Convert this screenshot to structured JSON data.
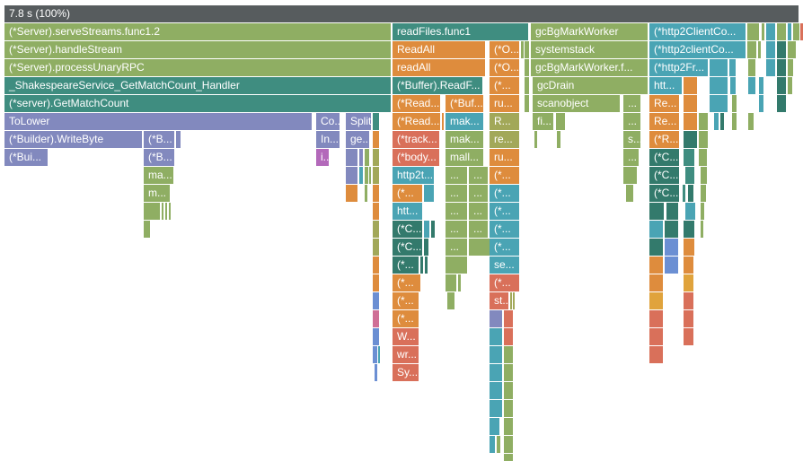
{
  "app": {
    "root_label": "7.8 s (100%)"
  },
  "palette": {
    "gray": "#575C5E",
    "green": "#8FAE63",
    "teal": "#3F8D80",
    "tealdark": "#337A6C",
    "cyan": "#4AA4B4",
    "orange": "#DE8C3D",
    "golden": "#E0A33C",
    "olive": "#A2A859",
    "salmon": "#D9705A",
    "purple": "#8289BE",
    "blue": "#6B8FD3",
    "pink": "#CF6F96",
    "magenta": "#B369BA"
  },
  "layout_note": "frames: [row, x, width, label, colorKey]",
  "frames": [
    [
      1,
      5,
      884,
      "7.8 s (100%)",
      "gray"
    ],
    [
      2,
      5,
      430,
      "(*Server).serveStreams.func1.2",
      "green"
    ],
    [
      2,
      437,
      151,
      "readFiles.func1",
      "teal"
    ],
    [
      2,
      591,
      130,
      "gcBgMarkWorker",
      "green"
    ],
    [
      2,
      723,
      107,
      "(*http2ClientCo...",
      "cyan"
    ],
    [
      2,
      832,
      13,
      "",
      "green"
    ],
    [
      2,
      848,
      3,
      "",
      "green"
    ],
    [
      2,
      853,
      10,
      "",
      "cyan"
    ],
    [
      2,
      865,
      10,
      "",
      "green"
    ],
    [
      2,
      877,
      4,
      "",
      "cyan"
    ],
    [
      2,
      883,
      7,
      "",
      "green"
    ],
    [
      2,
      891,
      3,
      "",
      "salmon"
    ],
    [
      3,
      5,
      430,
      "(*Server).handleStream",
      "green"
    ],
    [
      3,
      437,
      103,
      "ReadAll",
      "orange"
    ],
    [
      3,
      545,
      33,
      "(*O...",
      "orange"
    ],
    [
      3,
      580,
      3,
      "",
      "green"
    ],
    [
      3,
      584,
      5,
      "",
      "green"
    ],
    [
      3,
      591,
      130,
      "systemstack",
      "green"
    ],
    [
      3,
      723,
      107,
      "(*http2clientCo...",
      "cyan"
    ],
    [
      3,
      832,
      10,
      "",
      "green"
    ],
    [
      3,
      844,
      3,
      "",
      "green"
    ],
    [
      3,
      853,
      10,
      "",
      "cyan"
    ],
    [
      3,
      865,
      10,
      "",
      "tealdark"
    ],
    [
      3,
      877,
      9,
      "",
      "green"
    ],
    [
      4,
      5,
      430,
      "(*Server).processUnaryRPC",
      "green"
    ],
    [
      4,
      437,
      103,
      "readAll",
      "orange"
    ],
    [
      4,
      545,
      33,
      "(*O...",
      "orange"
    ],
    [
      4,
      584,
      5,
      "",
      "green"
    ],
    [
      4,
      591,
      130,
      "gcBgMarkWorker.f...",
      "green"
    ],
    [
      4,
      723,
      65,
      "(*http2Fr...",
      "cyan"
    ],
    [
      4,
      790,
      20,
      "",
      "cyan"
    ],
    [
      4,
      812,
      7,
      "",
      "cyan"
    ],
    [
      4,
      833,
      8,
      "",
      "green"
    ],
    [
      4,
      853,
      10,
      "",
      "cyan"
    ],
    [
      4,
      865,
      10,
      "",
      "tealdark"
    ],
    [
      4,
      877,
      6,
      "",
      "green"
    ],
    [
      5,
      5,
      430,
      "_ShakespeareService_GetMatchCount_Handler",
      "teal"
    ],
    [
      5,
      437,
      100,
      "(*Buffer).ReadF...",
      "teal"
    ],
    [
      5,
      545,
      33,
      "(*...",
      "orange"
    ],
    [
      5,
      584,
      5,
      "",
      "green"
    ],
    [
      5,
      593,
      128,
      "gcDrain",
      "green"
    ],
    [
      5,
      723,
      36,
      "htt...",
      "cyan"
    ],
    [
      5,
      761,
      15,
      "",
      "orange"
    ],
    [
      5,
      790,
      20,
      "",
      "cyan"
    ],
    [
      5,
      813,
      6,
      "",
      "cyan"
    ],
    [
      5,
      833,
      8,
      "",
      "cyan"
    ],
    [
      5,
      845,
      5,
      "",
      "cyan"
    ],
    [
      5,
      865,
      10,
      "",
      "tealdark"
    ],
    [
      5,
      877,
      5,
      "",
      "green"
    ],
    [
      6,
      5,
      430,
      "(*server).GetMatchCount",
      "teal"
    ],
    [
      6,
      437,
      53,
      "(*Read...",
      "orange"
    ],
    [
      6,
      496,
      42,
      "(*Buf...",
      "orange"
    ],
    [
      6,
      545,
      33,
      "ru...",
      "orange"
    ],
    [
      6,
      584,
      5,
      "",
      "green"
    ],
    [
      6,
      593,
      97,
      "scanobject",
      "green"
    ],
    [
      6,
      694,
      19,
      "...",
      "green"
    ],
    [
      6,
      723,
      33,
      "Re...",
      "orange"
    ],
    [
      6,
      761,
      15,
      "",
      "orange"
    ],
    [
      6,
      790,
      20,
      "",
      "cyan"
    ],
    [
      6,
      815,
      5,
      "",
      "green"
    ],
    [
      6,
      845,
      5,
      "",
      "cyan"
    ],
    [
      6,
      865,
      10,
      "",
      "tealdark"
    ],
    [
      7,
      5,
      342,
      "ToLower",
      "purple"
    ],
    [
      7,
      352,
      26,
      "Co...",
      "purple"
    ],
    [
      7,
      385,
      28,
      "Split",
      "purple"
    ],
    [
      7,
      415,
      7,
      "",
      "teal"
    ],
    [
      7,
      437,
      53,
      "(*Read...",
      "orange"
    ],
    [
      7,
      492,
      2,
      "",
      "orange"
    ],
    [
      7,
      496,
      42,
      "mak...",
      "cyan"
    ],
    [
      7,
      545,
      33,
      "R...",
      "olive"
    ],
    [
      7,
      593,
      23,
      "fi...",
      "green"
    ],
    [
      7,
      619,
      10,
      "",
      "green"
    ],
    [
      7,
      694,
      19,
      "...",
      "green"
    ],
    [
      7,
      723,
      33,
      "Re...",
      "orange"
    ],
    [
      7,
      761,
      15,
      "",
      "orange"
    ],
    [
      7,
      778,
      10,
      "",
      "green"
    ],
    [
      7,
      795,
      5,
      "",
      "cyan"
    ],
    [
      7,
      802,
      4,
      "",
      "tealdark"
    ],
    [
      7,
      815,
      5,
      "",
      "green"
    ],
    [
      7,
      833,
      6,
      "",
      "green"
    ],
    [
      8,
      5,
      153,
      "(*Builder).WriteByte",
      "purple"
    ],
    [
      8,
      160,
      34,
      "(*B...",
      "purple"
    ],
    [
      8,
      196,
      5,
      "",
      "purple"
    ],
    [
      8,
      352,
      26,
      "In...",
      "purple"
    ],
    [
      8,
      385,
      26,
      "ge...",
      "purple"
    ],
    [
      8,
      415,
      7,
      "",
      "orange"
    ],
    [
      8,
      437,
      52,
      "(*track...",
      "salmon"
    ],
    [
      8,
      496,
      42,
      "mak...",
      "green"
    ],
    [
      8,
      545,
      33,
      "re...",
      "olive"
    ],
    [
      8,
      595,
      3,
      "",
      "green"
    ],
    [
      8,
      620,
      4,
      "",
      "green"
    ],
    [
      8,
      694,
      19,
      "s...",
      "green"
    ],
    [
      8,
      723,
      33,
      "(*R...",
      "orange"
    ],
    [
      8,
      761,
      15,
      "",
      "tealdark"
    ],
    [
      8,
      778,
      10,
      "",
      "green"
    ],
    [
      9,
      5,
      48,
      "(*Bui...",
      "purple"
    ],
    [
      9,
      160,
      34,
      "(*B...",
      "purple"
    ],
    [
      9,
      352,
      14,
      "i...",
      "magenta"
    ],
    [
      9,
      385,
      13,
      "",
      "purple"
    ],
    [
      9,
      400,
      4,
      "",
      "purple"
    ],
    [
      9,
      406,
      5,
      "",
      "green"
    ],
    [
      9,
      415,
      7,
      "",
      "olive"
    ],
    [
      9,
      437,
      52,
      "(*body...",
      "salmon"
    ],
    [
      9,
      496,
      42,
      "mall...",
      "green"
    ],
    [
      9,
      545,
      33,
      "ru...",
      "orange"
    ],
    [
      9,
      694,
      17,
      "...",
      "green"
    ],
    [
      9,
      723,
      33,
      "(*C...",
      "tealdark"
    ],
    [
      9,
      761,
      12,
      "",
      "teal"
    ],
    [
      9,
      778,
      9,
      "",
      "green"
    ],
    [
      10,
      160,
      33,
      "ma...",
      "green"
    ],
    [
      10,
      385,
      13,
      "",
      "purple"
    ],
    [
      10,
      400,
      4,
      "",
      "cyan"
    ],
    [
      10,
      406,
      4,
      "",
      "green"
    ],
    [
      10,
      411,
      2,
      "",
      "green"
    ],
    [
      10,
      415,
      7,
      "",
      "olive"
    ],
    [
      10,
      437,
      46,
      "http2t...",
      "cyan"
    ],
    [
      10,
      496,
      24,
      "...",
      "green"
    ],
    [
      10,
      522,
      21,
      "...",
      "green"
    ],
    [
      10,
      545,
      33,
      "(*...",
      "orange"
    ],
    [
      10,
      694,
      15,
      "",
      "green"
    ],
    [
      10,
      723,
      33,
      "(*C...",
      "tealdark"
    ],
    [
      10,
      763,
      10,
      "",
      "teal"
    ],
    [
      10,
      780,
      7,
      "",
      "green"
    ],
    [
      11,
      160,
      29,
      "m...",
      "green"
    ],
    [
      11,
      385,
      13,
      "",
      "orange"
    ],
    [
      11,
      406,
      3,
      "",
      "green"
    ],
    [
      11,
      415,
      7,
      "",
      "orange"
    ],
    [
      11,
      437,
      33,
      "(*...",
      "orange"
    ],
    [
      11,
      472,
      11,
      "",
      "cyan"
    ],
    [
      11,
      496,
      24,
      "...",
      "green"
    ],
    [
      11,
      522,
      21,
      "...",
      "green"
    ],
    [
      11,
      545,
      33,
      "(*...",
      "cyan"
    ],
    [
      11,
      697,
      8,
      "",
      "green"
    ],
    [
      11,
      723,
      33,
      "(*C...",
      "tealdark"
    ],
    [
      11,
      760,
      3,
      "",
      "teal"
    ],
    [
      11,
      766,
      6,
      "",
      "tealdark"
    ],
    [
      11,
      780,
      6,
      "",
      "green"
    ],
    [
      12,
      160,
      18,
      "",
      "green"
    ],
    [
      12,
      180,
      2,
      "",
      "green"
    ],
    [
      12,
      184,
      2,
      "",
      "green"
    ],
    [
      12,
      188,
      2,
      "",
      "green"
    ],
    [
      12,
      415,
      7,
      "",
      "orange"
    ],
    [
      12,
      437,
      33,
      "htt...",
      "cyan"
    ],
    [
      12,
      496,
      24,
      "...",
      "green"
    ],
    [
      12,
      522,
      21,
      "...",
      "green"
    ],
    [
      12,
      545,
      33,
      "(*...",
      "cyan"
    ],
    [
      12,
      723,
      16,
      "",
      "tealdark"
    ],
    [
      12,
      742,
      13,
      "",
      "tealdark"
    ],
    [
      12,
      763,
      11,
      "",
      "cyan"
    ],
    [
      12,
      780,
      4,
      "",
      "green"
    ],
    [
      13,
      160,
      7,
      "",
      "green"
    ],
    [
      13,
      415,
      7,
      "",
      "olive"
    ],
    [
      13,
      437,
      33,
      "(*C...",
      "tealdark"
    ],
    [
      13,
      472,
      6,
      "",
      "cyan"
    ],
    [
      13,
      480,
      4,
      "",
      "tealdark"
    ],
    [
      13,
      496,
      24,
      "...",
      "green"
    ],
    [
      13,
      522,
      21,
      "...",
      "green"
    ],
    [
      13,
      545,
      33,
      "(*...",
      "cyan"
    ],
    [
      13,
      723,
      15,
      "",
      "cyan"
    ],
    [
      13,
      740,
      15,
      "",
      "tealdark"
    ],
    [
      13,
      761,
      12,
      "",
      "tealdark"
    ],
    [
      13,
      780,
      3,
      "",
      "green"
    ],
    [
      14,
      415,
      7,
      "",
      "olive"
    ],
    [
      14,
      437,
      33,
      "(*C...",
      "tealdark"
    ],
    [
      14,
      472,
      5,
      "",
      "tealdark"
    ],
    [
      14,
      496,
      24,
      "...",
      "green"
    ],
    [
      14,
      522,
      24,
      "",
      "green"
    ],
    [
      14,
      545,
      33,
      "(*...",
      "cyan"
    ],
    [
      14,
      723,
      15,
      "",
      "tealdark"
    ],
    [
      14,
      740,
      15,
      "",
      "blue"
    ],
    [
      14,
      761,
      12,
      "",
      "orange"
    ],
    [
      15,
      415,
      7,
      "",
      "orange"
    ],
    [
      15,
      437,
      29,
      "(*...",
      "tealdark"
    ],
    [
      15,
      468,
      3,
      "",
      "tealdark"
    ],
    [
      15,
      473,
      3,
      "",
      "tealdark"
    ],
    [
      15,
      496,
      24,
      "",
      "green"
    ],
    [
      15,
      545,
      33,
      "se...",
      "cyan"
    ],
    [
      15,
      723,
      15,
      "",
      "orange"
    ],
    [
      15,
      740,
      15,
      "",
      "blue"
    ],
    [
      15,
      761,
      11,
      "",
      "orange"
    ],
    [
      16,
      415,
      7,
      "",
      "orange"
    ],
    [
      16,
      437,
      31,
      "(*...",
      "orange"
    ],
    [
      16,
      496,
      12,
      "",
      "green"
    ],
    [
      16,
      510,
      3,
      "",
      "green"
    ],
    [
      16,
      545,
      33,
      "(*...",
      "salmon"
    ],
    [
      16,
      723,
      15,
      "",
      "orange"
    ],
    [
      16,
      761,
      11,
      "",
      "golden"
    ],
    [
      17,
      415,
      7,
      "",
      "blue"
    ],
    [
      17,
      437,
      29,
      "(*...",
      "orange"
    ],
    [
      17,
      498,
      8,
      "",
      "green"
    ],
    [
      17,
      545,
      21,
      "st...",
      "salmon"
    ],
    [
      17,
      568,
      2,
      "",
      "olive"
    ],
    [
      17,
      571,
      2,
      "",
      "olive"
    ],
    [
      17,
      723,
      15,
      "",
      "golden"
    ],
    [
      17,
      761,
      11,
      "",
      "salmon"
    ],
    [
      18,
      415,
      7,
      "",
      "pink"
    ],
    [
      18,
      437,
      29,
      "(*...",
      "orange"
    ],
    [
      18,
      545,
      14,
      "",
      "purple"
    ],
    [
      18,
      561,
      10,
      "",
      "salmon"
    ],
    [
      18,
      723,
      15,
      "",
      "salmon"
    ],
    [
      18,
      761,
      11,
      "",
      "salmon"
    ],
    [
      19,
      415,
      7,
      "",
      "blue"
    ],
    [
      19,
      437,
      29,
      "W...",
      "salmon"
    ],
    [
      19,
      545,
      14,
      "",
      "cyan"
    ],
    [
      19,
      561,
      10,
      "",
      "salmon"
    ],
    [
      19,
      723,
      15,
      "",
      "salmon"
    ],
    [
      19,
      761,
      11,
      "",
      "salmon"
    ],
    [
      20,
      415,
      5,
      "",
      "blue"
    ],
    [
      20,
      421,
      2,
      "",
      "cyan"
    ],
    [
      20,
      437,
      29,
      "wr...",
      "salmon"
    ],
    [
      20,
      545,
      14,
      "",
      "cyan"
    ],
    [
      20,
      561,
      10,
      "",
      "green"
    ],
    [
      20,
      723,
      15,
      "",
      "salmon"
    ],
    [
      21,
      417,
      3,
      "",
      "blue"
    ],
    [
      21,
      437,
      29,
      "Sy...",
      "salmon"
    ],
    [
      21,
      545,
      14,
      "",
      "cyan"
    ],
    [
      21,
      561,
      10,
      "",
      "green"
    ],
    [
      22,
      545,
      14,
      "",
      "cyan"
    ],
    [
      22,
      561,
      10,
      "",
      "green"
    ],
    [
      23,
      545,
      14,
      "",
      "cyan"
    ],
    [
      23,
      561,
      10,
      "",
      "green"
    ],
    [
      24,
      545,
      11,
      "",
      "cyan"
    ],
    [
      24,
      561,
      10,
      "",
      "green"
    ],
    [
      25,
      545,
      6,
      "",
      "cyan"
    ],
    [
      25,
      553,
      4,
      "",
      "green"
    ],
    [
      25,
      561,
      10,
      "",
      "green"
    ],
    [
      26,
      561,
      10,
      "",
      "green"
    ]
  ]
}
